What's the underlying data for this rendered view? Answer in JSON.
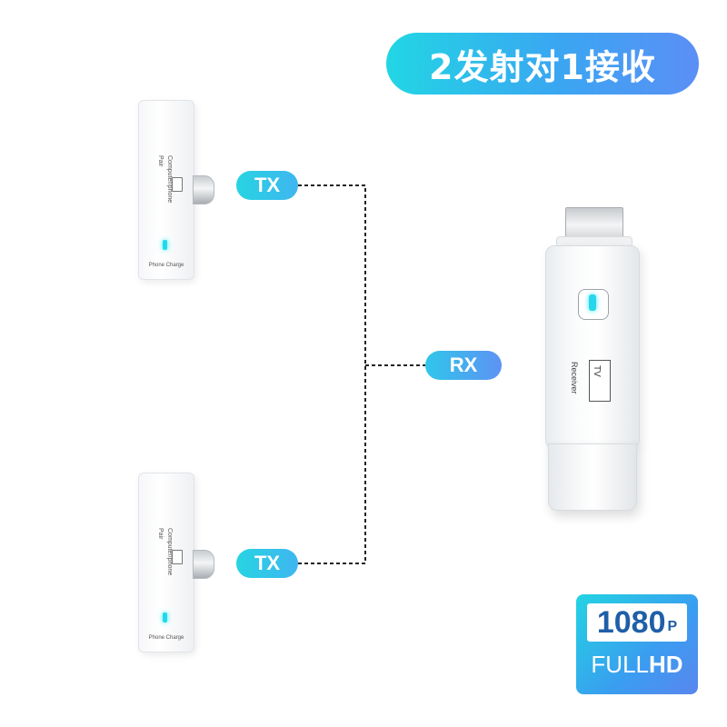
{
  "title": "2发射对1接收",
  "labels": {
    "tx_top": "TX",
    "tx_bottom": "TX",
    "rx": "RX"
  },
  "transmitter": {
    "side_text": "Computer/phone",
    "pair_text": "Pair",
    "charge_text": "Phone Charge",
    "led_color": "#22d9ec"
  },
  "receiver": {
    "side_text": "Receiver",
    "tv_text": "TV"
  },
  "badge": {
    "resolution": "1080",
    "unit": "P",
    "full": "FULL",
    "hd": "HD"
  },
  "colors": {
    "accent_cyan": "#22d6e4",
    "accent_blue": "#5b8ff5",
    "line": "#222222"
  }
}
